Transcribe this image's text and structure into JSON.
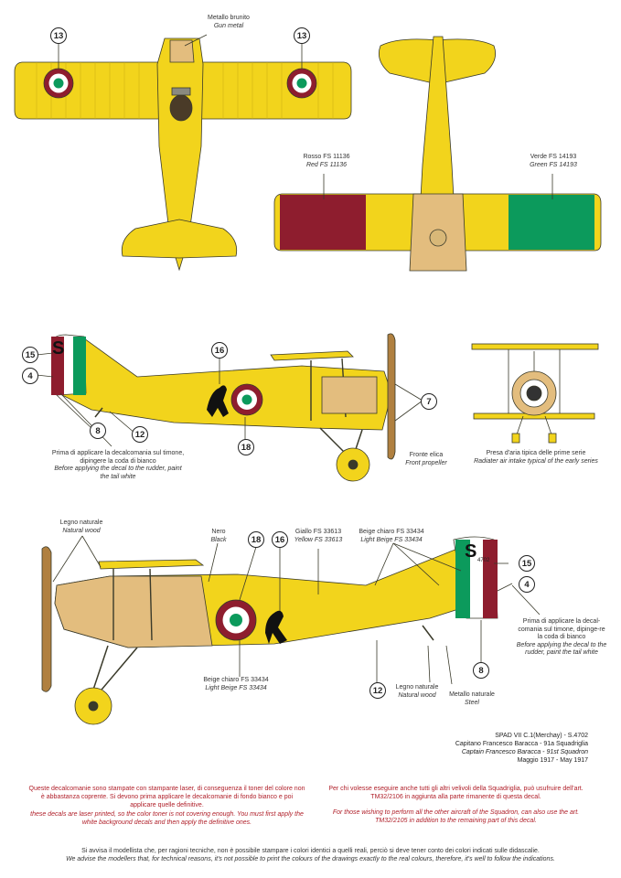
{
  "labels": {
    "gun_metal": {
      "it": "Metallo brunito",
      "en": "Gun metal"
    },
    "red": {
      "it": "Rosso FS 11136",
      "en": "Red FS 11136"
    },
    "green": {
      "it": "Verde FS 14193",
      "en": "Green FS 14193"
    },
    "prop_front": {
      "it": "Fronte elica",
      "en": "Front propeller"
    },
    "intake": {
      "it": "Presa d'aria tipica delle prime serie",
      "en": "Radiater air intake typical of the early series"
    },
    "rudder_left": {
      "it": "Prima di applicare la decalcomania sul timone, dipingere la coda di bianco",
      "en": "Before applying the decal to the rudder, paint the tail white"
    },
    "natural_wood_top": {
      "it": "Legno naturale",
      "en": "Natural wood"
    },
    "black": {
      "it": "Nero",
      "en": "Black"
    },
    "yellow": {
      "it": "Giallo FS 33613",
      "en": "Yellow FS 33613"
    },
    "beige_top": {
      "it": "Beige chiaro FS 33434",
      "en": "Light Beige FS 33434"
    },
    "beige_bottom": {
      "it": "Beige chiaro FS 33434",
      "en": "Light Beige FS 33434"
    },
    "natural_wood_bottom": {
      "it": "Legno naturale",
      "en": "Natural wood"
    },
    "steel": {
      "it": "Metallo naturale",
      "en": "Steel"
    },
    "rudder_right": {
      "it": "Prima di applicare la decal-comania sul timone, dipinge-re la coda di bianco",
      "en": "Before applying the decal to the rudder, paint the tail white"
    }
  },
  "callouts": {
    "n13a": "13",
    "n13b": "13",
    "n15a": "15",
    "n4a": "4",
    "n8a": "8",
    "n12a": "12",
    "n16a": "16",
    "n18a": "18",
    "n7": "7",
    "n18b": "18",
    "n16b": "16",
    "n15b": "15",
    "n4b": "4",
    "n8b": "8",
    "n12b": "12"
  },
  "fuselage_codes": {
    "letter": "S",
    "serial": "4702"
  },
  "caption": [
    "SPAD VII C.1(Merchay) - S.4702",
    "Capitano Francesco Baracca - 91a Squadriglia",
    "Captain Francesco Baracca - 91st Squadron",
    "Maggio 1917 - May 1917"
  ],
  "notes": {
    "left_it": "Queste decalcomanie sono stampate con stampante laser, di conseguenza il toner del colore non è abbastanza coprente. Si devono prima applicare le decalcomanie di fondo bianco e poi applicare quelle definitive.",
    "left_en": "these decals are laser printed, so the color toner is not covering enough. You must first apply the white background decals and then apply the definitive ones.",
    "right_it": "Per chi volesse eseguire anche tutti gli altri velivoli della Squadriglia, può usufruire dell'art. TM32/2106 in aggiunta alla parte rimanente di questa decal.",
    "right_en": "For those wishing to perform all the other aircraft of the Squadron, can also use the art. TM32/2105 in addition to the remaining part of this decal.",
    "footer_it": "Si avvisa il modellista che, per ragioni tecniche, non è possibile stampare i colori identici a quelli reali, perciò si deve tener conto dei colori indicati sulle didascalie.",
    "footer_en": "We advise the modellers that, for technical reasons, it's not possible to print the colours of the drawings exactly to the real colours, therefore, it's well to follow the indications."
  },
  "colors": {
    "yellow": "#f2d41c",
    "beige": "#e3bd7e",
    "red": "#8e1d2e",
    "green": "#0c9a5c",
    "outline": "#3a3a2a"
  }
}
